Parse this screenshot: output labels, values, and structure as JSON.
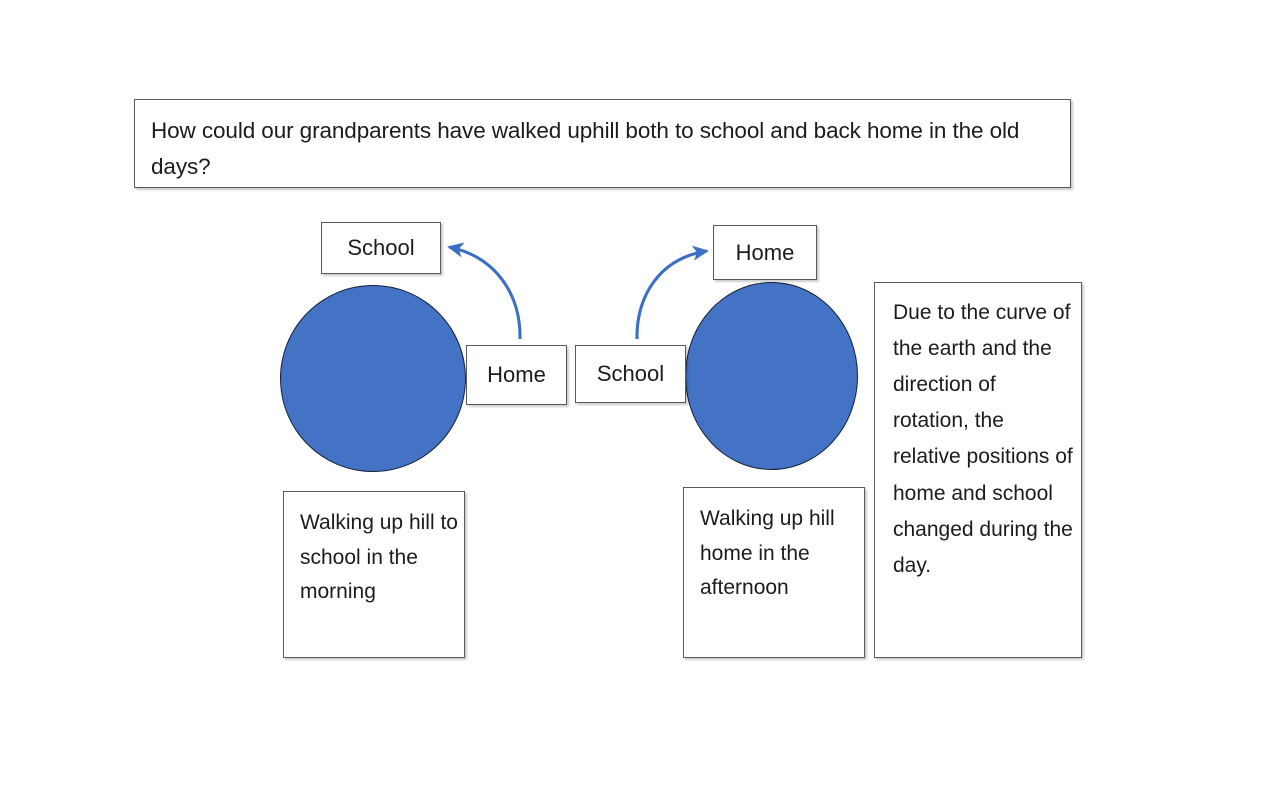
{
  "question": {
    "text": "How could our grandparents have walked uphill both to school and back home in the old days?"
  },
  "diagram": {
    "morning": {
      "top_label": "School",
      "mid_label": "Home",
      "caption": "Walking up hill to school in the morning",
      "arrow_name": "arrow-home-to-school"
    },
    "afternoon": {
      "top_label": "Home",
      "mid_label": "School",
      "caption": "Walking up hill home in the afternoon",
      "arrow_name": "arrow-school-to-home"
    },
    "explanation": "Due to the curve of the earth and the direction of rotation, the relative positions of home and school changed during the day."
  },
  "colors": {
    "earth_fill": "#4472C4",
    "earth_stroke": "#16213C",
    "arrow": "#3A6FC4",
    "box_border": "#595959",
    "text": "#1C1C1C",
    "background": "#FFFFFF"
  }
}
